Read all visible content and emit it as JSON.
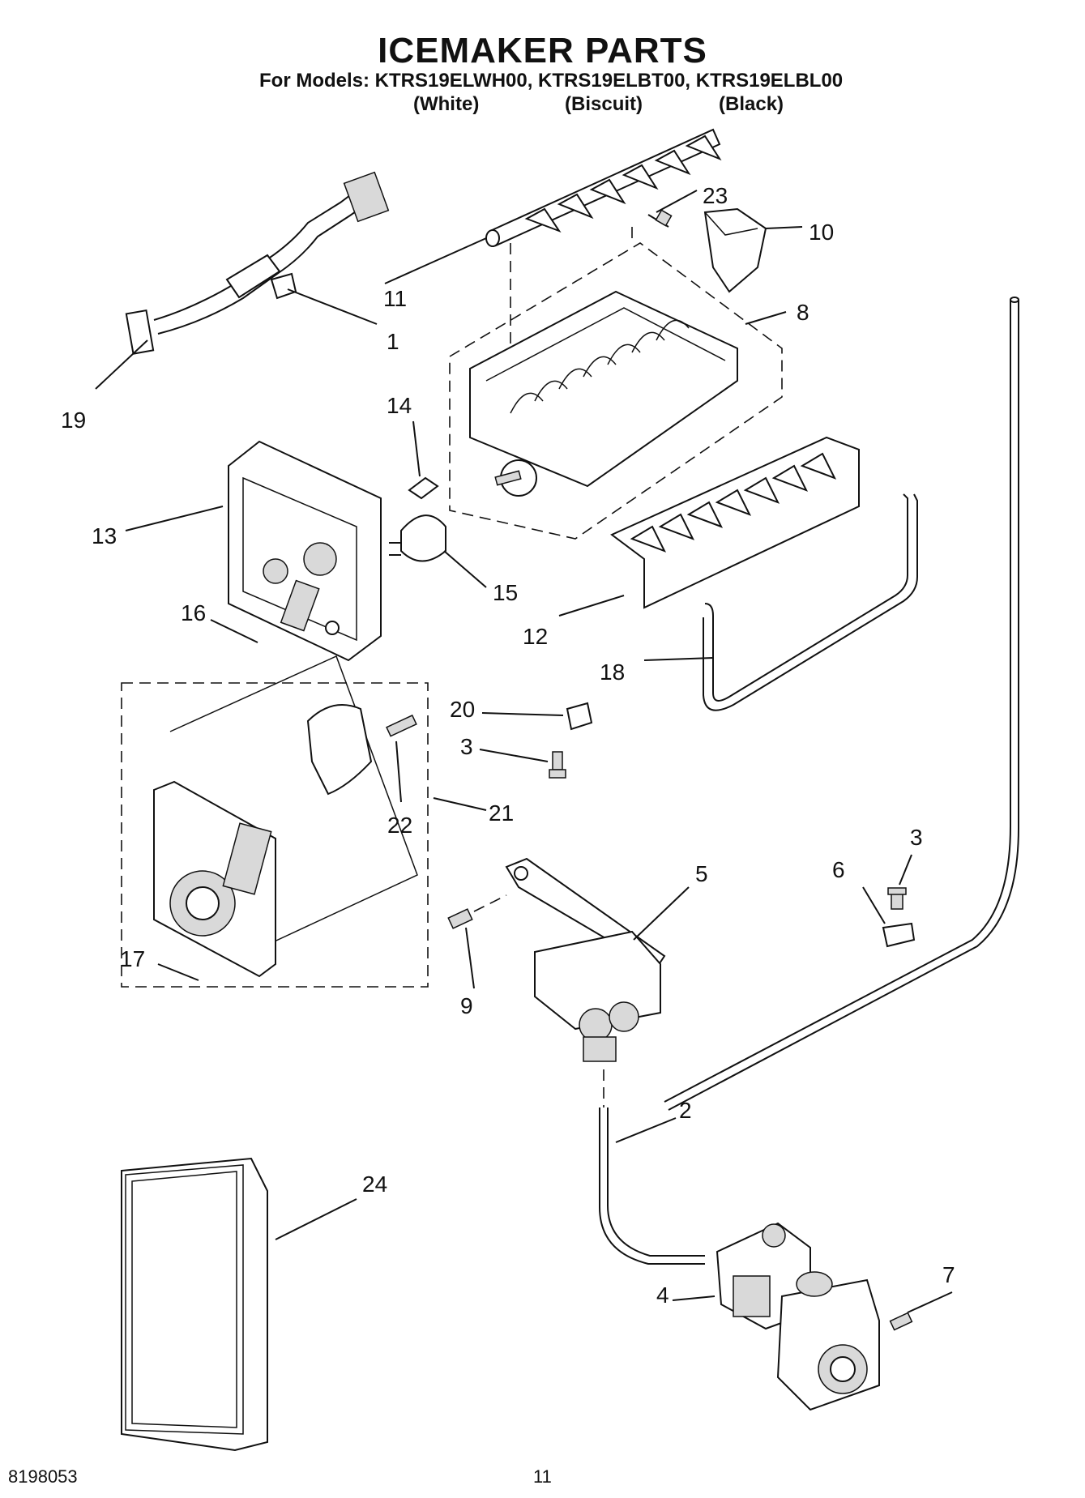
{
  "header": {
    "title": "ICEMAKER PARTS",
    "models_line": "For Models: KTRS19ELWH00, KTRS19ELBT00, KTRS19ELBL00",
    "variants": [
      "(White)",
      "(Biscuit)",
      "(Black)"
    ]
  },
  "callouts": {
    "c1": "1",
    "c2": "2",
    "c3a": "3",
    "c3b": "3",
    "c4": "4",
    "c5": "5",
    "c6": "6",
    "c7": "7",
    "c8": "8",
    "c9": "9",
    "c10": "10",
    "c11": "11",
    "c12": "12",
    "c13": "13",
    "c14": "14",
    "c15": "15",
    "c16": "16",
    "c17": "17",
    "c18": "18",
    "c19": "19",
    "c20": "20",
    "c21": "21",
    "c22": "22",
    "c23": "23",
    "c24": "24"
  },
  "footer": {
    "doc_number": "8198053",
    "page_number": "11"
  }
}
